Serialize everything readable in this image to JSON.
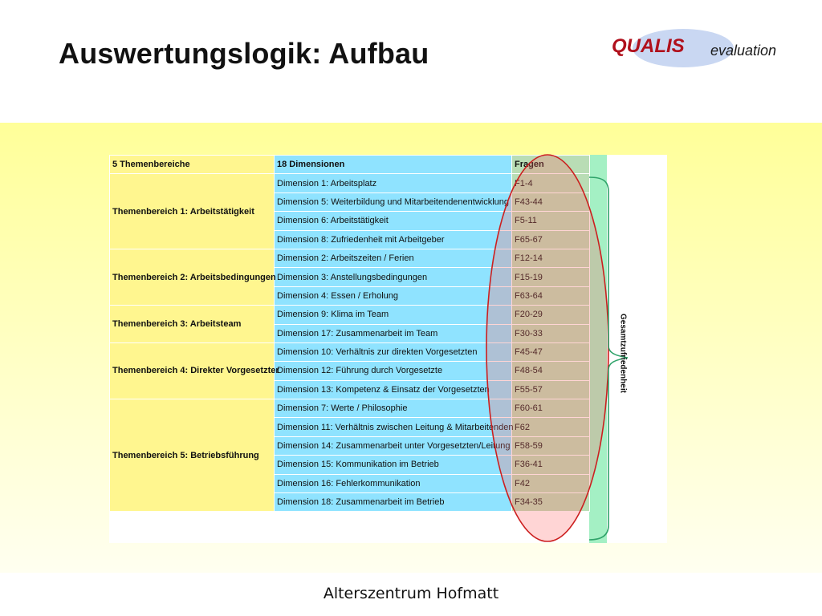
{
  "slide": {
    "title": "Auswertungslogik: Aufbau",
    "footer": "Alterszentrum Hofmatt"
  },
  "logo": {
    "brand": "QUALIS",
    "suffix": "evaluation",
    "brand_color": "#b0101c"
  },
  "table": {
    "headers": {
      "themes": "5 Themenbereiche",
      "dimensions": "18 Dimensionen",
      "questions": "Fragen"
    },
    "themes": [
      "Themenbereich 1: Arbeitstätigkeit",
      "Themenbereich 2: Arbeitsbedingungen",
      "Themenbereich 3: Arbeitsteam",
      "Themenbereich 4: Direkter Vorgesetzter",
      "Themenbereich 5: Betriebsführung"
    ],
    "rows": [
      {
        "dimension": "Dimension 1: Arbeitsplatz",
        "questions": "F1-4"
      },
      {
        "dimension": "Dimension 5: Weiterbildung und Mitarbeitendenentwicklung",
        "questions": "F43-44"
      },
      {
        "dimension": "Dimension 6: Arbeitstätigkeit",
        "questions": "F5-11"
      },
      {
        "dimension": "Dimension 8: Zufriedenheit mit Arbeitgeber",
        "questions": "F65-67"
      },
      {
        "dimension": "Dimension 2: Arbeitszeiten / Ferien",
        "questions": "F12-14"
      },
      {
        "dimension": "Dimension 3: Anstellungsbedingungen",
        "questions": "F15-19"
      },
      {
        "dimension": "Dimension 4: Essen / Erholung",
        "questions": "F63-64"
      },
      {
        "dimension": "Dimension 9: Klima im Team",
        "questions": "F20-29"
      },
      {
        "dimension": "Dimension 17: Zusammenarbeit im Team",
        "questions": "F30-33"
      },
      {
        "dimension": "Dimension 10: Verhältnis zur direkten Vorgesetzten",
        "questions": "F45-47"
      },
      {
        "dimension": "Dimension 12: Führung durch Vorgesetzte",
        "questions": "F48-54"
      },
      {
        "dimension": "Dimension 13: Kompetenz & Einsatz der Vorgesetzten",
        "questions": "F55-57"
      },
      {
        "dimension": "Dimension 7: Werte / Philosophie",
        "questions": "F60-61"
      },
      {
        "dimension": "Dimension 11: Verhältnis zwischen Leitung & Mitarbeitenden",
        "questions": "F62"
      },
      {
        "dimension": "Dimension 14: Zusammenarbeit unter Vorgesetzten/Leitung",
        "questions": "F58-59"
      },
      {
        "dimension": "Dimension 15: Kommunikation im Betrieb",
        "questions": "F36-41"
      },
      {
        "dimension": "Dimension 16: Fehlerkommunikation",
        "questions": "F42"
      },
      {
        "dimension": "Dimension 18: Zusammenarbeit im Betrieb",
        "questions": "F34-35"
      }
    ],
    "total_label": "Gesamtzufriedenheit"
  },
  "colors": {
    "theme_cell": "#fff68f",
    "dimension_cell": "#8fe3ff",
    "question_cell": "#b9ddb5",
    "highlight_ellipse": "#cc1f1f",
    "bracket": "#2fa36a"
  }
}
